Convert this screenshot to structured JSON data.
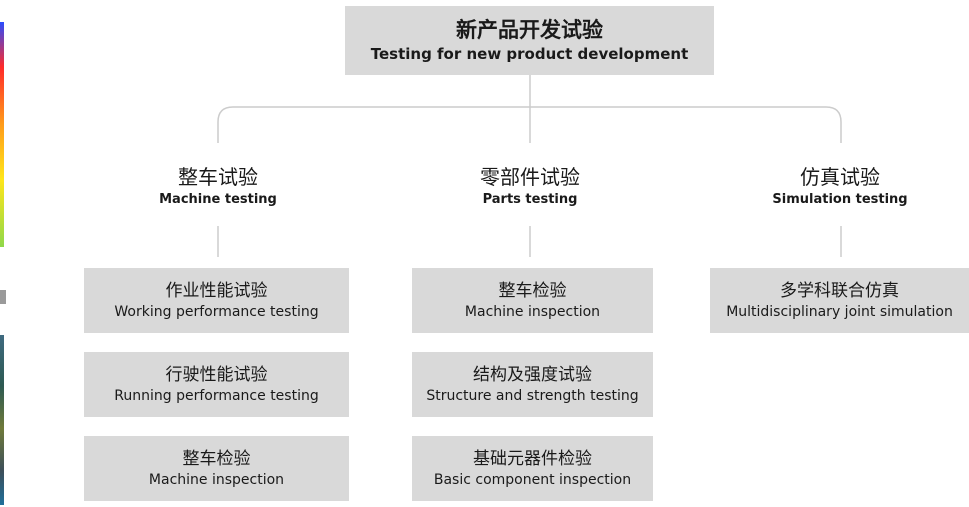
{
  "root": {
    "title_zh": "新产品开发试验",
    "title_en": "Testing for new product development"
  },
  "categories": [
    {
      "zh": "整车试验",
      "en": "Machine testing",
      "items": [
        {
          "zh": "作业性能试验",
          "en": "Working performance testing"
        },
        {
          "zh": "行驶性能试验",
          "en": "Running performance testing"
        },
        {
          "zh": "整车检验",
          "en": "Machine inspection"
        }
      ]
    },
    {
      "zh": "零部件试验",
      "en": "Parts testing",
      "items": [
        {
          "zh": "整车检验",
          "en": "Machine inspection"
        },
        {
          "zh": "结构及强度试验",
          "en": "Structure and strength testing"
        },
        {
          "zh": "基础元器件检验",
          "en": "Basic component inspection"
        }
      ]
    },
    {
      "zh": "仿真试验",
      "en": "Simulation testing",
      "items": [
        {
          "zh": "多学科联合仿真",
          "en": "Multidisciplinary joint simulation"
        }
      ]
    }
  ],
  "colors": {
    "box_fill": "#d9d9d9",
    "connector": "#cccccc"
  }
}
